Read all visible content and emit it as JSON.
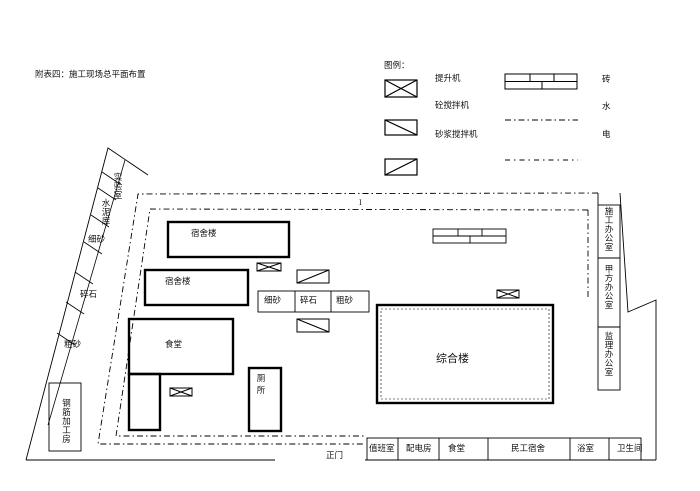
{
  "title": "附表四：施工现场总平面布置",
  "legend": {
    "heading": "图例：",
    "hoist": "提升机",
    "concrete_mixer": "砼搅拌机",
    "mortar_mixer": "砂浆搅拌机",
    "brick": "砖",
    "water": "水",
    "electric": "电"
  },
  "buildings": {
    "dorm_1": "宿舍楼",
    "dorm_2": "宿舍楼",
    "canteen": "食堂",
    "toilet": "厕所",
    "main_building": "综合楼",
    "steel_shed": "钢筋加工房",
    "lab": "实验室",
    "cement_store": "水泥库",
    "fine_sand_left": "细砂",
    "gravel_left": "碎石",
    "coarse_sand_left": "粗砂"
  },
  "materials": {
    "fine_sand": "细砂",
    "gravel": "碎石",
    "coarse_sand": "粗砂"
  },
  "offices": {
    "construction": "施工办公室",
    "client": "甲方办公室",
    "supervisor": "监理办公室"
  },
  "bottom_row": {
    "duty_room": "值班室",
    "power_room": "配电房",
    "canteen": "食堂",
    "workers_dorm": "民工宿舍",
    "bathroom": "浴室",
    "restroom": "卫生间"
  },
  "gate": "正门",
  "water_mark": "I"
}
